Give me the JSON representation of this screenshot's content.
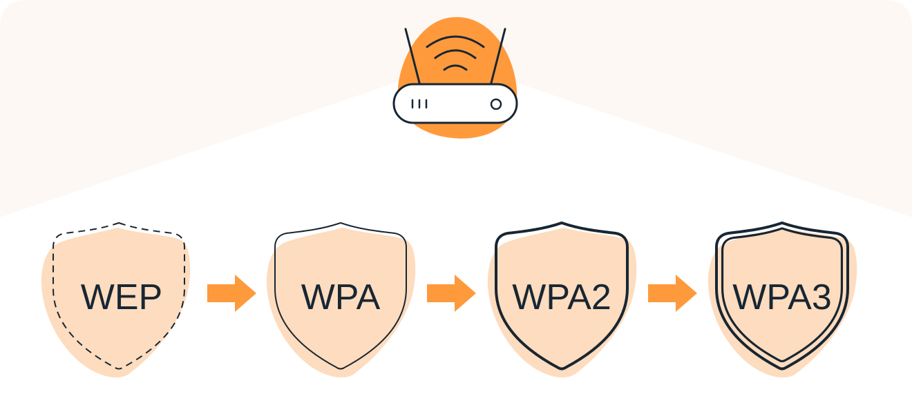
{
  "colors": {
    "background": "#ffffff",
    "backdrop": "#fdf8f4",
    "accent": "#ff9a3c",
    "shield_fill": "#fddcbf",
    "outline": "#182632"
  },
  "router": {
    "icon": "wifi-router-icon"
  },
  "protocols": [
    {
      "label": "WEP",
      "outline_style": "dashed"
    },
    {
      "label": "WPA",
      "outline_style": "thin"
    },
    {
      "label": "WPA2",
      "outline_style": "thick"
    },
    {
      "label": "WPA3",
      "outline_style": "double"
    }
  ],
  "arrows": {
    "icon": "arrow-right-icon",
    "count": 3
  }
}
